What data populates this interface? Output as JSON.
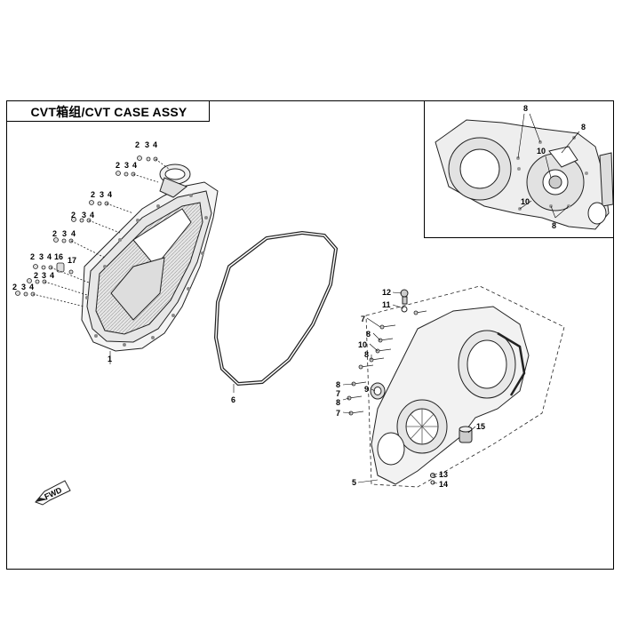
{
  "title": "CVT箱组/CVT CASE ASSY",
  "fwd_label": "FWD",
  "labels": {
    "l2a": "2",
    "l3a": "3",
    "l4a": "4",
    "l2b": "2",
    "l3b": "3",
    "l4b": "4",
    "l2c": "2",
    "l3c": "3",
    "l4c": "4",
    "l2d": "2",
    "l3d": "3",
    "l4d": "4",
    "l2e": "2",
    "l3e": "3",
    "l4e": "4",
    "l2f": "2",
    "l3f": "3",
    "l4f": "4",
    "l2g": "2",
    "l3g": "3",
    "l4g": "4",
    "l2h": "2",
    "l3h": "3",
    "l4h": "4",
    "l16": "16",
    "l17": "17",
    "l1": "1",
    "l6": "6",
    "l12": "12",
    "l11": "11",
    "l7a": "7",
    "l8a": "8",
    "l10a": "10",
    "l8b": "8",
    "l8c": "8",
    "l7b": "7",
    "l9": "9",
    "l8d": "8",
    "l7c": "7",
    "l15": "15",
    "l13": "13",
    "l14": "14",
    "l5": "5",
    "i8a": "8",
    "i8b": "8",
    "i10a": "10",
    "i10b": "10",
    "i8c": "8"
  }
}
